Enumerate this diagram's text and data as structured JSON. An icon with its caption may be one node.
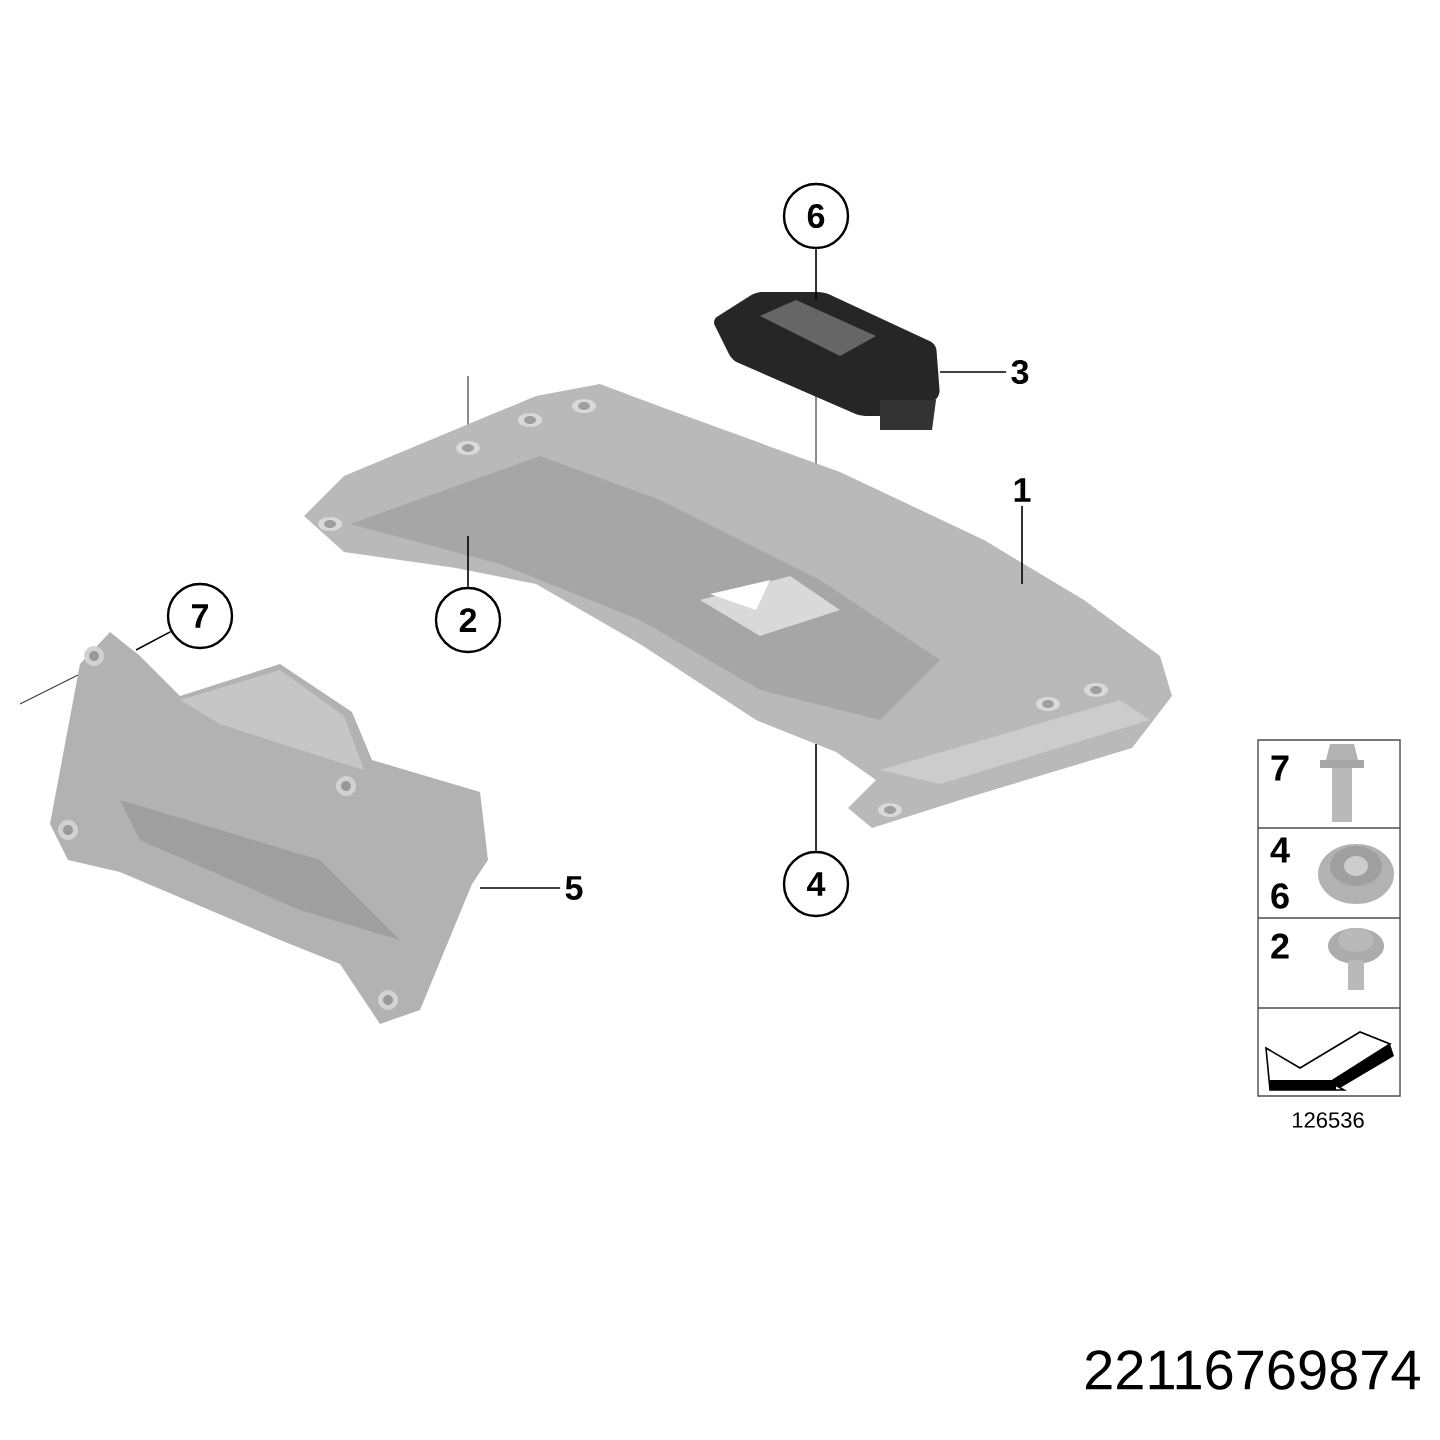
{
  "diagram": {
    "nodes": [
      {
        "text": [
          "6"
        ]
      },
      {
        "text": [
          "3"
        ]
      },
      {
        "text": [
          "1"
        ]
      },
      {
        "text": [
          "2"
        ]
      },
      {
        "text": [
          "7"
        ]
      },
      {
        "text": [
          "4"
        ]
      },
      {
        "text": [
          "5"
        ]
      },
      {
        "text": [],
        "shape": "picture"
      },
      {
        "text": [],
        "shape": "picture"
      },
      {
        "text": [],
        "shape": "picture"
      }
    ],
    "edges": [
      {
        "from": 0,
        "to": 8,
        "arrow": "none"
      },
      {
        "from": 1,
        "to": 8,
        "arrow": "none"
      },
      {
        "from": 2,
        "to": 7,
        "arrow": "none"
      },
      {
        "from": 3,
        "to": 7,
        "arrow": "none"
      },
      {
        "from": 4,
        "to": 9,
        "arrow": "none"
      },
      {
        "from": 5,
        "to": 7,
        "arrow": "none"
      },
      {
        "from": 6,
        "to": 9,
        "arrow": "none"
      }
    ],
    "labels": [
      "7",
      "4",
      "6",
      "2",
      "126536",
      "22116769874"
    ]
  }
}
